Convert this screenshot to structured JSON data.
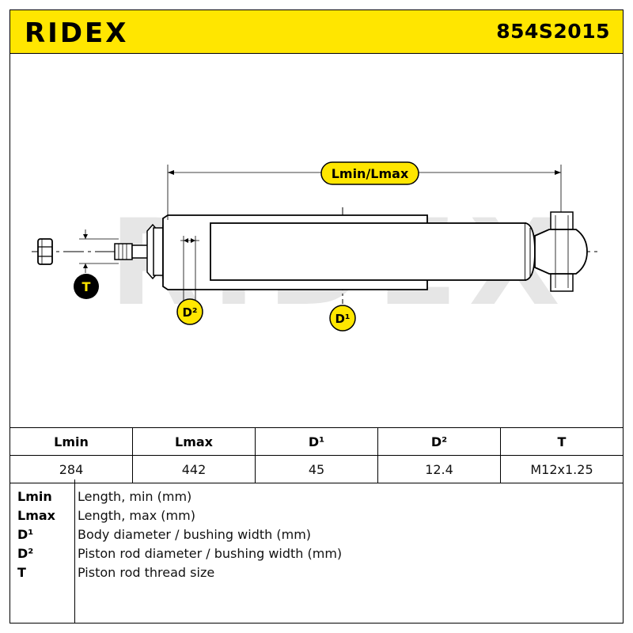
{
  "header": {
    "brand": "RIDEX",
    "part_number": "854S2015"
  },
  "drawing": {
    "length_label": "Lmin/Lmax",
    "thread_label": "T",
    "rod_label": "D²",
    "body_label": "D¹",
    "watermark": "RIDEX"
  },
  "table": {
    "headers": [
      "Lmin",
      "Lmax",
      "D¹",
      "D²",
      "T"
    ],
    "values": [
      "284",
      "442",
      "45",
      "12.4",
      "M12x1.25"
    ]
  },
  "legend": [
    {
      "key": "Lmin",
      "desc": "Length, min (mm)"
    },
    {
      "key": "Lmax",
      "desc": "Length, max (mm)"
    },
    {
      "key": "D¹",
      "desc": "Body diameter / bushing width (mm)"
    },
    {
      "key": "D²",
      "desc": "Piston rod diameter / bushing width (mm)"
    },
    {
      "key": "T",
      "desc": "Piston rod thread size"
    }
  ],
  "colors": {
    "accent": "#ffe600",
    "line": "#000000",
    "watermark": "#e6e6e6"
  }
}
